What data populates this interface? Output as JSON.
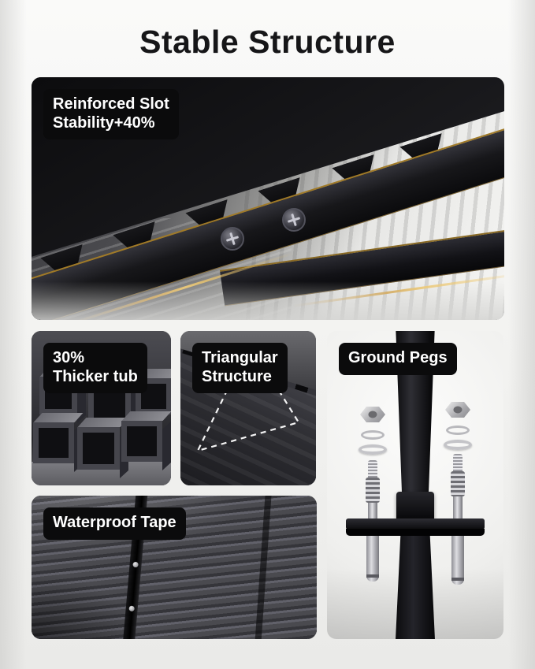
{
  "page": {
    "title": "Stable Structure"
  },
  "features": {
    "reinforced_slot": {
      "line1": "Reinforced Slot",
      "line2": "Stability+40%"
    },
    "thicker_tub": {
      "line1": "30%",
      "line2": "Thicker tub"
    },
    "triangular_structure": {
      "line1": "Triangular",
      "line2": "Structure"
    },
    "ground_pegs": {
      "line1": "Ground Pegs"
    },
    "waterproof_tape": {
      "line1": "Waterproof Tape"
    }
  },
  "colors": {
    "page_background": "#f2f2f0",
    "chip_background": "#0b0b0c",
    "chip_text": "#ffffff",
    "accent_gold": "#c9a043",
    "title_text": "#161618"
  }
}
